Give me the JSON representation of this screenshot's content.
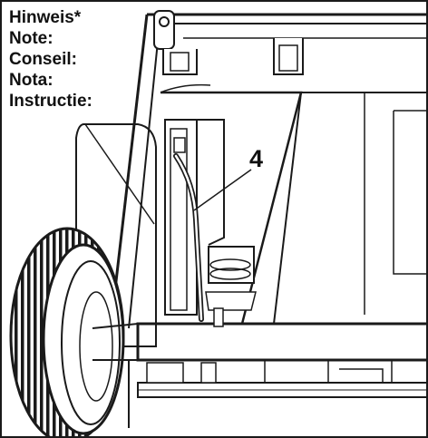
{
  "notes": {
    "labels": [
      "Hinweis*",
      "Note:",
      "Conseil:",
      "Nota:",
      "Instructie:"
    ]
  },
  "callout": {
    "number": "4"
  }
}
